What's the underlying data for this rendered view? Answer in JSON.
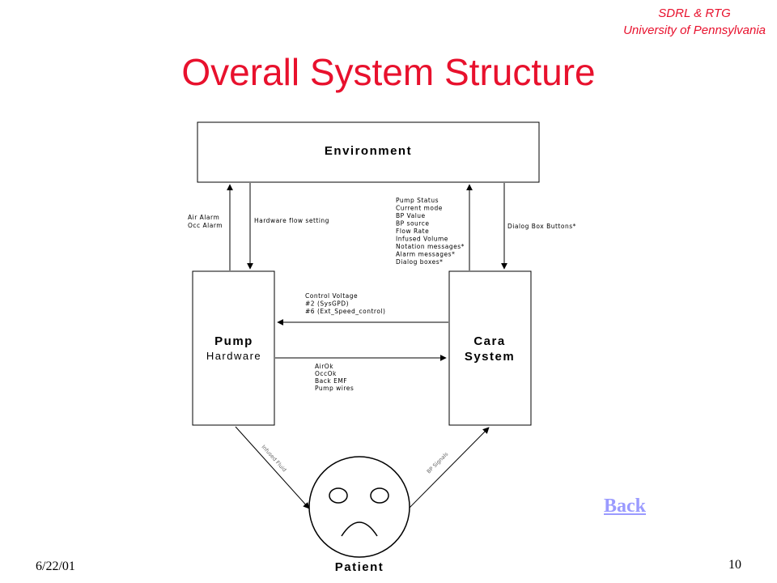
{
  "header": {
    "org_line1": "SDRL & RTG",
    "org_line2": "University of Pennsylvania",
    "title": "Overall System Structure"
  },
  "diagram": {
    "environment": "Environment",
    "pump": {
      "line1": "Pump",
      "line2": "Hardware"
    },
    "cara": {
      "line1": "Cara",
      "line2": "System"
    },
    "patient": "Patient",
    "pump_to_env": [
      "Air Alarm",
      "Occ Alarm"
    ],
    "env_to_pump": "Hardware flow setting",
    "cara_to_env": [
      "Pump Status",
      "Current mode",
      "BP Value",
      "BP source",
      "Flow Rate",
      "Infused Volume",
      "Notation messages*",
      "Alarm messages*",
      "Dialog boxes*"
    ],
    "env_to_cara": "Dialog Box Buttons*",
    "cara_to_pump": [
      "Control Voltage",
      "#2 (SysGPD)",
      "#6 (Ext_Speed_control)"
    ],
    "pump_to_cara": [
      "AirOk",
      "OccOk",
      "Back EMF",
      "Pump wires"
    ],
    "pump_to_patient": "Infused Fluid",
    "patient_to_cara": "BP Signals"
  },
  "footer": {
    "date": "6/22/01",
    "page": "10",
    "back_link": "Back"
  }
}
